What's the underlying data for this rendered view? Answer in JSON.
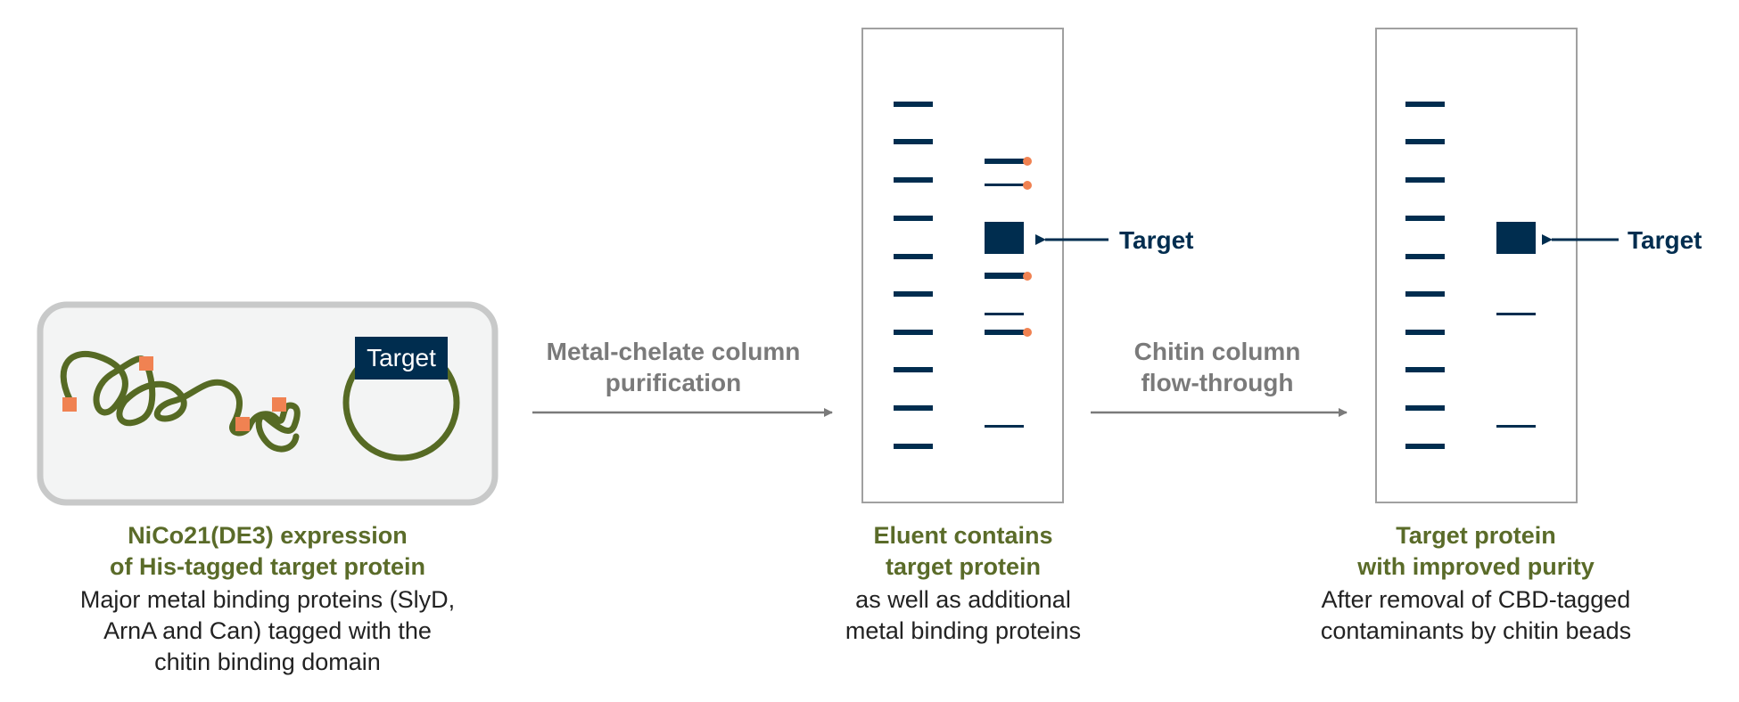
{
  "colors": {
    "navy": "#002d4f",
    "olive": "#5a6b29",
    "orange": "#f08252",
    "gray_text": "#7a7a7a",
    "box_bg": "#f3f4f4",
    "box_border": "#c8c9c9",
    "gel_border": "#a0a0a0"
  },
  "panel1": {
    "tag_label": "Target",
    "title_lines": [
      "NiCo21(DE3) expression",
      "of His-tagged target protein"
    ],
    "desc_lines": [
      "Major metal binding proteins (SlyD,",
      "ArnA and Can) tagged with the",
      "chitin binding domain"
    ]
  },
  "step1": {
    "lines": [
      "Metal-chelate column",
      "purification"
    ]
  },
  "gel1": {
    "target_label": "Target",
    "title_lines": [
      "Eluent contains",
      "target protein"
    ],
    "desc_lines": [
      "as well as additional",
      "metal binding proteins"
    ]
  },
  "step2": {
    "lines": [
      "Chitin column",
      "flow-through"
    ]
  },
  "gel2": {
    "target_label": "Target",
    "title_lines": [
      "Target protein",
      "with improved purity"
    ],
    "desc_lines": [
      "After removal of CBD-tagged",
      "contaminants by chitin beads"
    ]
  }
}
